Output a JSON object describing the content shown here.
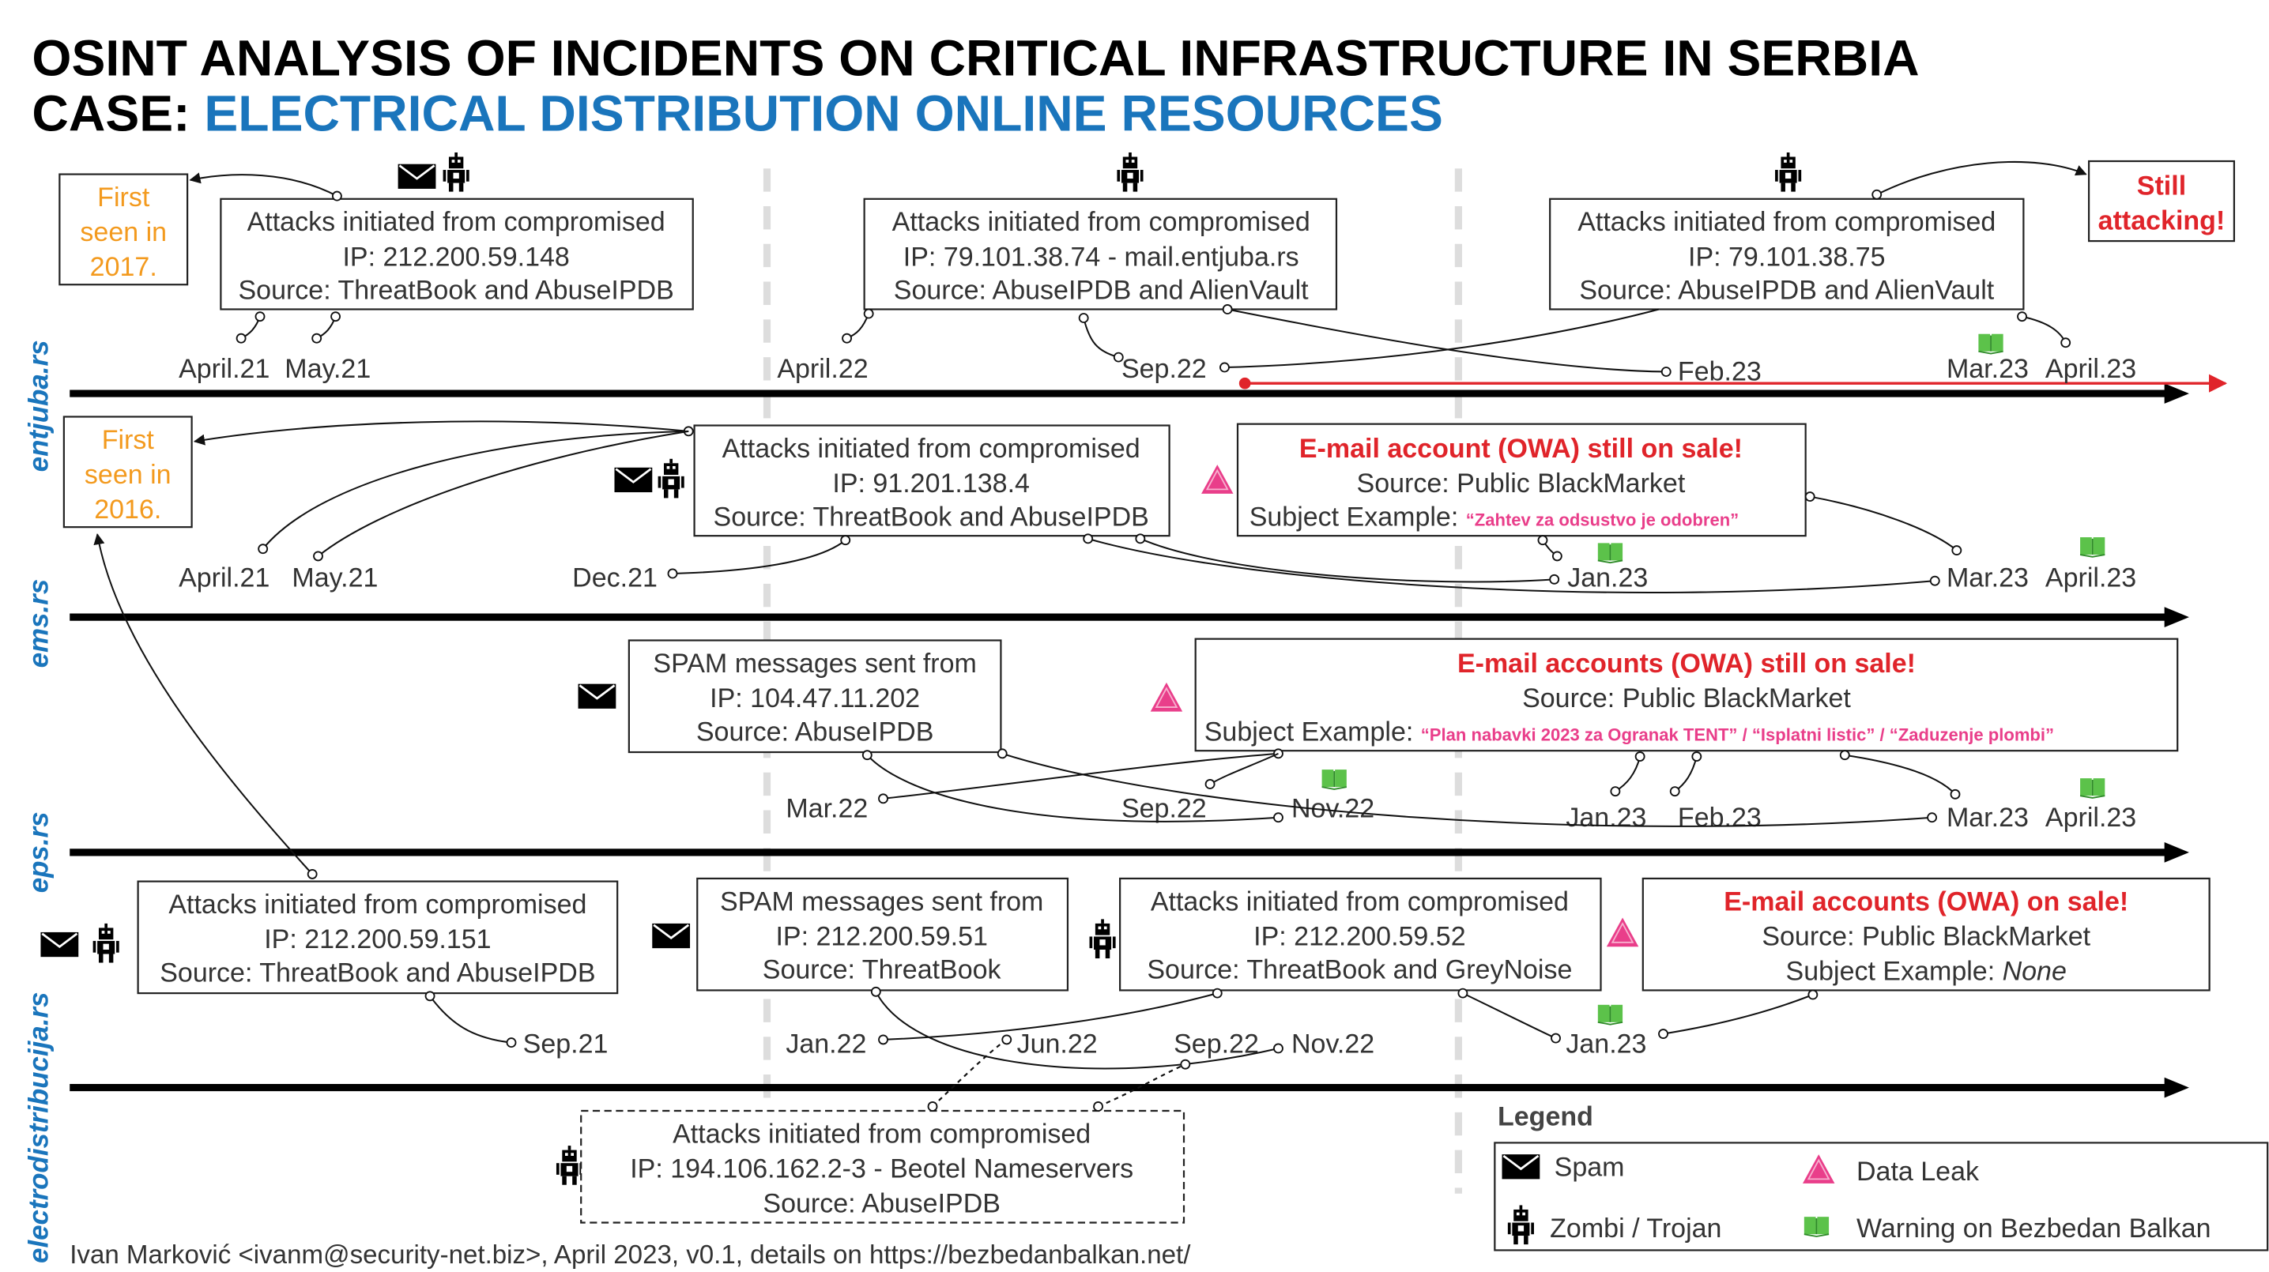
{
  "title": {
    "line1": "OSINT ANALYSIS OF INCIDENTS ON CRITICAL INFRASTRUCTURE IN SERBIA",
    "case_prefix": "CASE: ",
    "case_name": "ELECTRICAL DISTRIBUTION ONLINE RESOURCES"
  },
  "domains": {
    "entjuba": "entjuba.rs",
    "ems": "ems.rs",
    "eps": "eps.rs",
    "electro": "electrodistribucija.rs"
  },
  "entjuba": {
    "first_seen": [
      "First",
      "seen in",
      "2017."
    ],
    "still_attacking": [
      "Still",
      "attacking!"
    ],
    "box1": [
      "Attacks initiated from compromised",
      "IP: 212.200.59.148",
      "Source: ThreatBook and AbuseIPDB"
    ],
    "box2": [
      "Attacks initiated from compromised",
      "IP: 79.101.38.74 - mail.entjuba.rs",
      "Source: AbuseIPDB and AlienVault"
    ],
    "box3": [
      "Attacks initiated from compromised",
      "IP: 79.101.38.75",
      "Source: AbuseIPDB and AlienVault"
    ],
    "dates": [
      "April.21",
      "May.21",
      "April.22",
      "Sep.22",
      "Feb.23",
      "Mar.23",
      "April.23"
    ]
  },
  "ems": {
    "first_seen": [
      "First",
      "seen in",
      "2016."
    ],
    "box1": [
      "Attacks initiated from compromised",
      "IP: 91.201.138.4",
      "Source: ThreatBook and AbuseIPDB"
    ],
    "box2_title": "E-mail account (OWA) still on sale!",
    "box2_source": "Source: Public BlackMarket",
    "box2_subject_label": "Subject Example: ",
    "box2_subject": "“Zahtev za odsustvo je odobren”",
    "dates": [
      "April.21",
      "May.21",
      "Dec.21",
      "Jan.23",
      "Mar.23",
      "April.23"
    ]
  },
  "eps": {
    "box1": [
      "SPAM messages sent from",
      "IP: 104.47.11.202",
      "Source: AbuseIPDB"
    ],
    "box2_title": "E-mail accounts (OWA) still on sale!",
    "box2_source": "Source: Public BlackMarket",
    "box2_subject_label": "Subject Example: ",
    "box2_subject": "“Plan nabavki 2023 za Ogranak TENT” / “Isplatni listic” / “Zaduzenje plombi”",
    "dates": [
      "Mar.22",
      "Sep.22",
      "Nov.22",
      "Jan.23",
      "Feb.23",
      "Mar.23",
      "April.23"
    ]
  },
  "electro": {
    "box1": [
      "Attacks initiated from compromised",
      "IP: 212.200.59.151",
      "Source: ThreatBook and AbuseIPDB"
    ],
    "box2": [
      "SPAM messages sent from",
      "IP: 212.200.59.51",
      "Source: ThreatBook"
    ],
    "box3": [
      "Attacks initiated from compromised",
      "IP: 212.200.59.52",
      "Source: ThreatBook and GreyNoise"
    ],
    "box4_title": "E-mail accounts (OWA) on sale!",
    "box4_source": "Source: Public BlackMarket",
    "box4_subject_label": "Subject Example: ",
    "box4_subject": "None",
    "box5": [
      "Attacks initiated from compromised",
      "IP: 194.106.162.2-3 - Beotel Nameservers",
      "Source: AbuseIPDB"
    ],
    "dates": [
      "Sep.21",
      "Jan.22",
      "Jun.22",
      "Sep.22",
      "Nov.22",
      "Jan.23"
    ]
  },
  "legend": {
    "title": "Legend",
    "spam": "Spam",
    "zombi": "Zombi / Trojan",
    "data_leak": "Data Leak",
    "warning": "Warning on Bezbedan Balkan"
  },
  "footer": "Ivan Marković <ivanm@security-net.biz>, April 2023, v0.1, details on https://bezbedanbalkan.net/",
  "colors": {
    "title_blue": "#1a75bc",
    "alert_red": "#e0242a",
    "first_seen_orange": "#f39a1e",
    "data_leak_pink": "#e93e8a",
    "warning_green": "#5cc24a"
  },
  "icons": [
    "spam-envelope-icon",
    "zombi-robot-icon",
    "data-leak-triangle-icon",
    "warning-book-icon"
  ]
}
